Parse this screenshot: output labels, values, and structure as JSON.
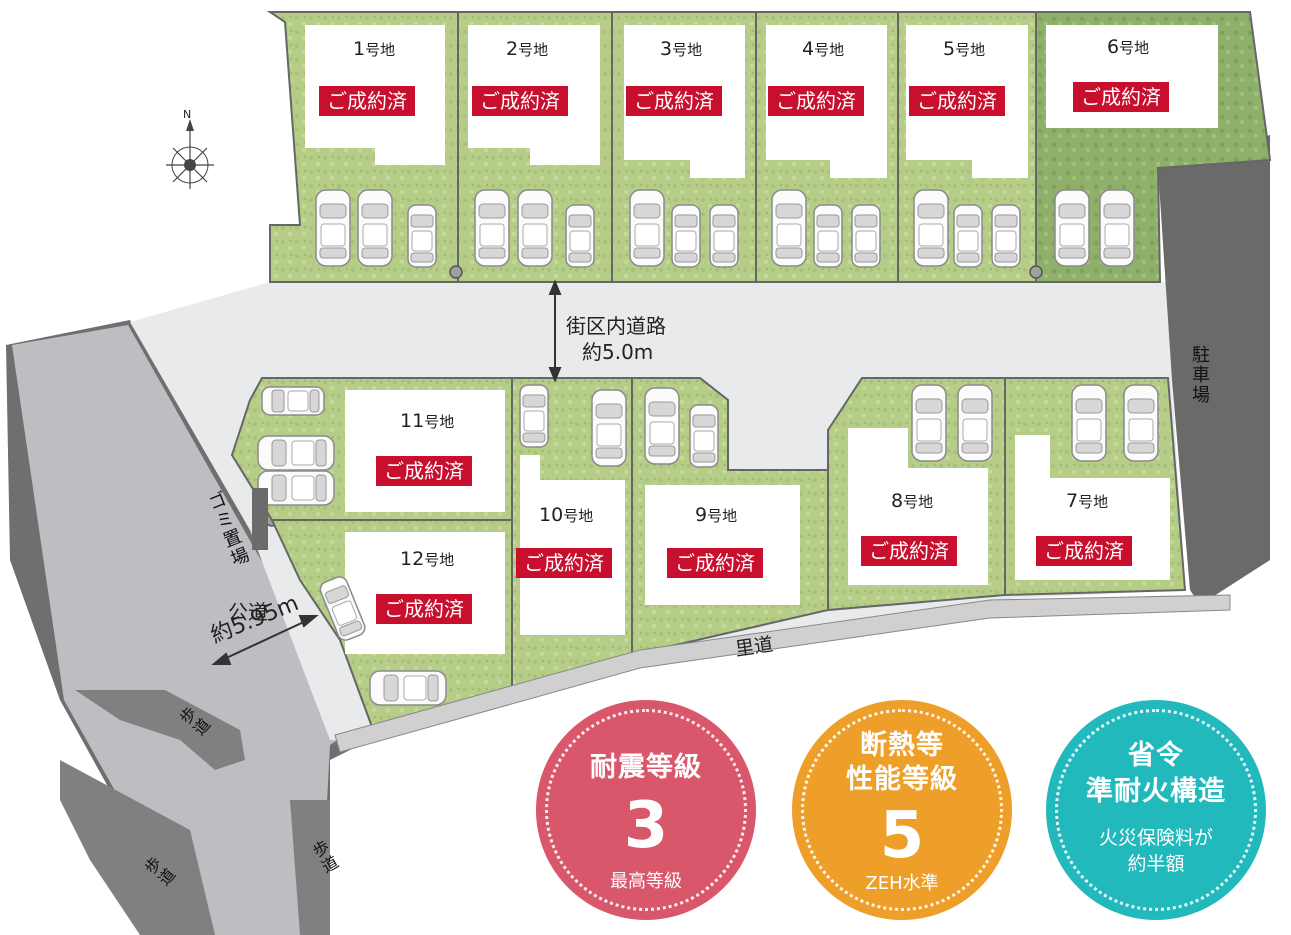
{
  "north_mark": "N",
  "lots": [
    {
      "name_num": "1",
      "name_suffix": "号地",
      "status": "ご成約済"
    },
    {
      "name_num": "2",
      "name_suffix": "号地",
      "status": "ご成約済"
    },
    {
      "name_num": "3",
      "name_suffix": "号地",
      "status": "ご成約済"
    },
    {
      "name_num": "4",
      "name_suffix": "号地",
      "status": "ご成約済"
    },
    {
      "name_num": "5",
      "name_suffix": "号地",
      "status": "ご成約済"
    },
    {
      "name_num": "6",
      "name_suffix": "号地",
      "status": "ご成約済"
    },
    {
      "name_num": "7",
      "name_suffix": "号地",
      "status": "ご成約済"
    },
    {
      "name_num": "8",
      "name_suffix": "号地",
      "status": "ご成約済"
    },
    {
      "name_num": "9",
      "name_suffix": "号地",
      "status": "ご成約済"
    },
    {
      "name_num": "10",
      "name_suffix": "号地",
      "status": "ご成約済"
    },
    {
      "name_num": "11",
      "name_suffix": "号地",
      "status": "ご成約済"
    },
    {
      "name_num": "12",
      "name_suffix": "号地",
      "status": "ご成約済"
    }
  ],
  "roads": {
    "inner_road_name": "街区内道路",
    "inner_road_width": "約5.0m",
    "public_road_name": "公道",
    "public_road_width": "約5.95m",
    "village_road": "里道",
    "parking": "駐車場",
    "garbage": "ゴミ置場",
    "sidewalk_1": "歩道",
    "sidewalk_2": "歩道",
    "sidewalk_3": "歩道"
  },
  "badges": [
    {
      "title_1": "耐震等級",
      "title_2": "",
      "big": "3",
      "sub_1": "最高等級",
      "sub_2": "",
      "color": "#d8576b"
    },
    {
      "title_1": "断熱等",
      "title_2": "性能等級",
      "big": "5",
      "sub_1": "ZEH水準",
      "sub_2": "",
      "color": "#ee9f2a"
    },
    {
      "title_1": "省令",
      "title_2": "準耐火構造",
      "big": "",
      "sub_1": "火災保険料が",
      "sub_2": "約半額",
      "color": "#22b9bd"
    }
  ],
  "colors": {
    "lawn": "#b7cf8a",
    "road": "#e9eaec",
    "dark_road": "#6f6f6f",
    "sold_red": "#c8102e"
  }
}
